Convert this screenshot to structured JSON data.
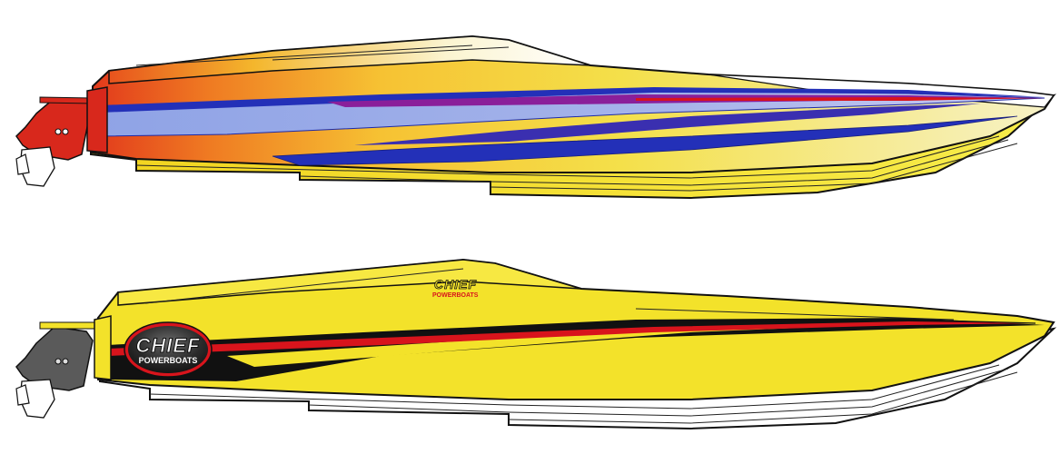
{
  "boats": [
    {
      "id": "top-boat",
      "colors": {
        "hull": "#f3e22a",
        "stern": "#e8531d",
        "stripe_blue": "#2330b8",
        "stripe_lavender": "#8fa3e6",
        "stripe_purple": "#8a1f9a",
        "outline": "#111111"
      }
    },
    {
      "id": "bottom-boat",
      "colors": {
        "hull": "#f3e22a",
        "stripe_black": "#111111",
        "stripe_red": "#d8141c",
        "bottom": "#ffffff",
        "outline": "#111111"
      }
    }
  ],
  "deck_logo": {
    "brand": "CHIEF",
    "subtitle": "POWERBOATS"
  },
  "badge_logo": {
    "brand": "CHIEF",
    "subtitle": "POWERBOATS"
  }
}
